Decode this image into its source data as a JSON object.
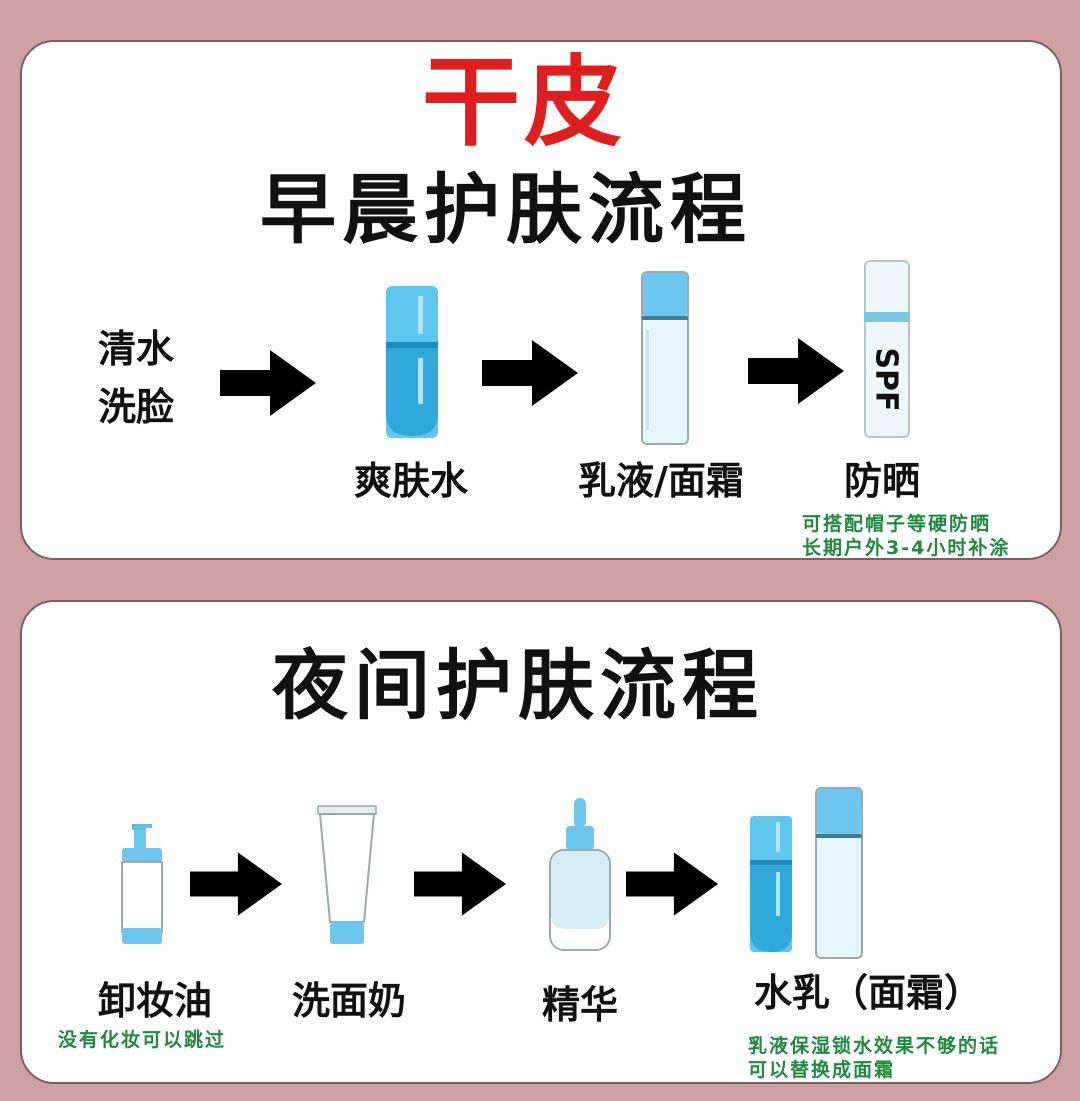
{
  "main_title": "干皮",
  "morning": {
    "title": "早晨护肤流程",
    "start_label_line1": "清水",
    "start_label_line2": "洗脸",
    "steps": [
      {
        "label": "爽肤水",
        "icon": "toner-bottle-icon"
      },
      {
        "label": "乳液/面霜",
        "icon": "lotion-bottle-icon"
      },
      {
        "label": "防晒",
        "icon": "sunscreen-bottle-icon",
        "bottle_text": "SPF"
      }
    ],
    "note_line1": "可搭配帽子等硬防晒",
    "note_line2": "长期户外3-4小时补涂"
  },
  "night": {
    "title": "夜间护肤流程",
    "steps": [
      {
        "label": "卸妆油",
        "icon": "pump-bottle-icon"
      },
      {
        "label": "洗面奶",
        "icon": "cleanser-tube-icon"
      },
      {
        "label": "精华",
        "icon": "dropper-bottle-icon"
      },
      {
        "label": "水乳（面霜）",
        "icon": "toner-and-lotion-icon"
      }
    ],
    "note_makeup_remover": "没有化妆可以跳过",
    "note_final_line1": "乳液保湿锁水效果不够的话",
    "note_final_line2": "可以替换成面霜"
  },
  "colors": {
    "background": "#cfa0a2",
    "title_red": "#e01e1e",
    "note_green": "#1e8a3e",
    "bottle_blue": "#3bb6e6",
    "bottle_light": "#e6f4fb"
  }
}
